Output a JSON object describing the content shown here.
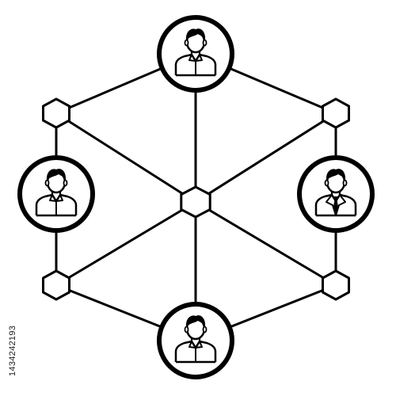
{
  "diagram": {
    "stroke_color": "#000000",
    "fill_color": "#ffffff",
    "people": [
      {
        "id": "person-top",
        "attire": "shirt"
      },
      {
        "id": "person-left",
        "attire": "shirt"
      },
      {
        "id": "person-right",
        "attire": "suit-and-tie"
      },
      {
        "id": "person-bottom",
        "attire": "shirt"
      }
    ],
    "hub_nodes": [
      {
        "id": "hex-center"
      },
      {
        "id": "hex-top-left"
      },
      {
        "id": "hex-top-right"
      },
      {
        "id": "hex-bottom-left"
      },
      {
        "id": "hex-bottom-right"
      }
    ]
  },
  "watermark": {
    "id_text": "1434242193"
  }
}
